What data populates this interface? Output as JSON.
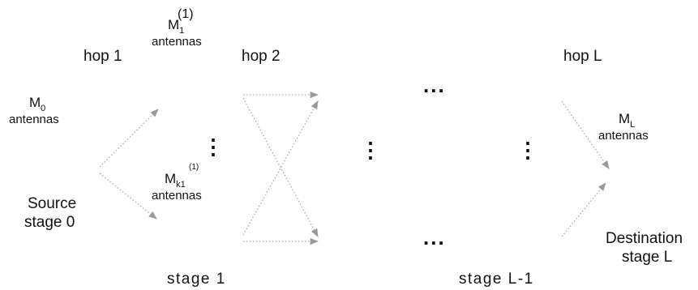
{
  "hops": {
    "hop1": "hop 1",
    "hop2": "hop 2",
    "hopL": "hop L"
  },
  "source": {
    "antenna_symbol": "M",
    "antenna_sub": "0",
    "antenna_word": "antennas",
    "line1": "Source",
    "line2": "stage 0"
  },
  "stage1_top": {
    "antenna_symbol": "M",
    "antenna_sub": "1",
    "antenna_sup": "(1)",
    "antenna_word": "antennas"
  },
  "stage1_bottom": {
    "antenna_symbol": "M",
    "antenna_sub": "k1",
    "antenna_sup": "(1)",
    "antenna_word": "antennas"
  },
  "destination": {
    "antenna_symbol": "M",
    "antenna_sub": "L",
    "antenna_word": "antennas",
    "line1": "Destination",
    "line2": "stage L"
  },
  "stage_labels": {
    "stage1": "stage 1",
    "stageL1": "stage L-1"
  },
  "ellipsis": {
    "horizontal": "...",
    "vertical": "⋮"
  }
}
